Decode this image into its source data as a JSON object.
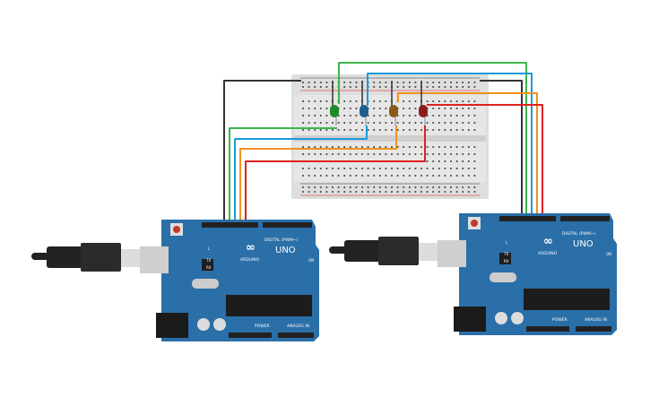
{
  "boards": [
    {
      "model_label": "UNO",
      "brand_label": "ARDUINO",
      "digital_label": "DIGITAL (PWM~)",
      "power_label": "POWER",
      "analog_label": "ANALOG IN",
      "on_label": "ON",
      "l_label": "L",
      "tx_label": "TX",
      "rx_label": "RX"
    },
    {
      "model_label": "UNO",
      "brand_label": "ARDUINO",
      "digital_label": "DIGITAL (PWM~)",
      "power_label": "POWER",
      "analog_label": "ANALOG IN",
      "on_label": "ON",
      "l_label": "L",
      "tx_label": "TX",
      "rx_label": "RX"
    }
  ],
  "leds": [
    {
      "color": "green",
      "hex": "#1e8a2a"
    },
    {
      "color": "blue",
      "hex": "#1f5f8f"
    },
    {
      "color": "orange",
      "hex": "#8a5a18"
    },
    {
      "color": "red",
      "hex": "#8a1c1c"
    }
  ],
  "colors": {
    "board": "#2a6fa8",
    "breadboard": "#dcdcdc",
    "wire_black": "#333333",
    "wire_green": "#3cb44b",
    "wire_blue": "#1e9ad6",
    "wire_orange": "#f0901e",
    "wire_red": "#e02020"
  }
}
